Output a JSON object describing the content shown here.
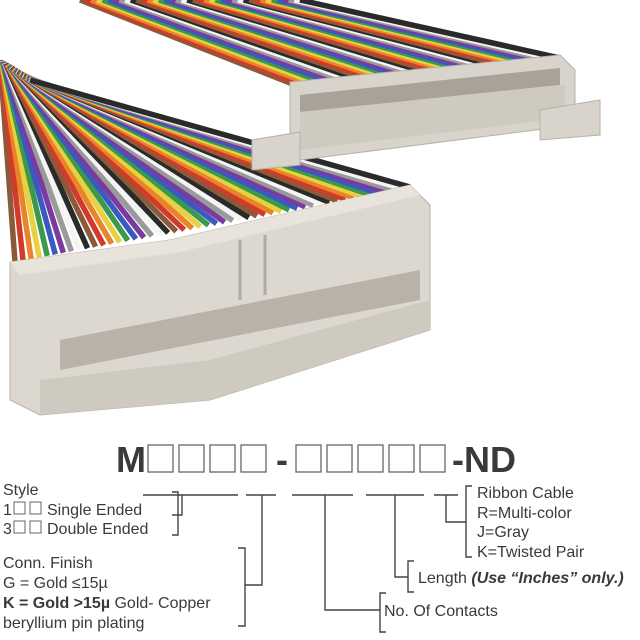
{
  "colors": {
    "wire_palette": [
      "#8a5a3a",
      "#d23a2a",
      "#e8842a",
      "#e8d040",
      "#3a9a4a",
      "#3a5ac0",
      "#7a3aa0",
      "#9a9a9a",
      "#f4f4f4",
      "#2a2a2a"
    ],
    "connector": "#d8d4cc",
    "text": "#3a3a3a"
  },
  "part_number": {
    "prefix": "M",
    "mid_dash": "-",
    "suffix": "-ND"
  },
  "style": {
    "title": "Style",
    "opt1_code": "1",
    "opt1_label": "Single Ended",
    "opt3_code": "3",
    "opt3_label": "Double Ended"
  },
  "conn_finish": {
    "title": "Conn. Finish",
    "g": "G = Gold ≤15µ",
    "k_bold": "K = Gold >15µ",
    "k_rest": " Gold- Copper",
    "k_line2": "beryllium pin plating"
  },
  "contacts": {
    "label": "No. Of Contacts"
  },
  "length": {
    "label": "Length ",
    "note": "(Use “Inches” only.)"
  },
  "ribbon": {
    "title": "Ribbon Cable",
    "r": "R=Multi-color",
    "j": "J=Gray",
    "k": "K=Twisted Pair"
  }
}
